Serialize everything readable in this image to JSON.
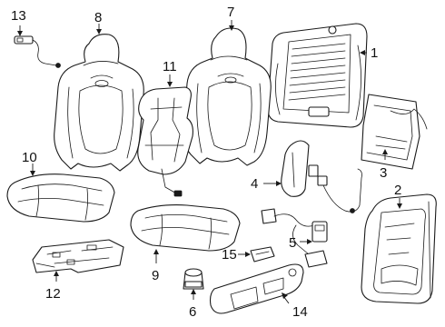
{
  "diagram": {
    "callouts": [
      {
        "id": "1",
        "label": "1"
      },
      {
        "id": "2",
        "label": "2"
      },
      {
        "id": "3",
        "label": "3"
      },
      {
        "id": "4",
        "label": "4"
      },
      {
        "id": "5",
        "label": "5"
      },
      {
        "id": "6",
        "label": "6"
      },
      {
        "id": "7",
        "label": "7"
      },
      {
        "id": "8",
        "label": "8"
      },
      {
        "id": "9",
        "label": "9"
      },
      {
        "id": "10",
        "label": "10"
      },
      {
        "id": "11",
        "label": "11"
      },
      {
        "id": "12",
        "label": "12"
      },
      {
        "id": "13",
        "label": "13"
      },
      {
        "id": "14",
        "label": "14"
      },
      {
        "id": "15",
        "label": "15"
      }
    ],
    "parts": [
      {
        "callout": "1",
        "icon": "seat-back-frame-icon"
      },
      {
        "callout": "2",
        "icon": "seat-back-panel-icon"
      },
      {
        "callout": "3",
        "icon": "lumbar-module-icon"
      },
      {
        "callout": "4",
        "icon": "side-airbag-icon"
      },
      {
        "callout": "5",
        "icon": "control-module-harness-icon"
      },
      {
        "callout": "6",
        "icon": "switch-knob-icon"
      },
      {
        "callout": "7",
        "icon": "backrest-cover-icon"
      },
      {
        "callout": "8",
        "icon": "backrest-cushion-icon"
      },
      {
        "callout": "9",
        "icon": "seat-cushion-pad-icon"
      },
      {
        "callout": "10",
        "icon": "seat-cushion-cover-icon"
      },
      {
        "callout": "11",
        "icon": "heater-element-icon"
      },
      {
        "callout": "12",
        "icon": "cushion-heater-mat-icon"
      },
      {
        "callout": "13",
        "icon": "sensor-wire-icon"
      },
      {
        "callout": "14",
        "icon": "side-trim-panel-icon"
      },
      {
        "callout": "15",
        "icon": "switch-icon"
      }
    ]
  }
}
